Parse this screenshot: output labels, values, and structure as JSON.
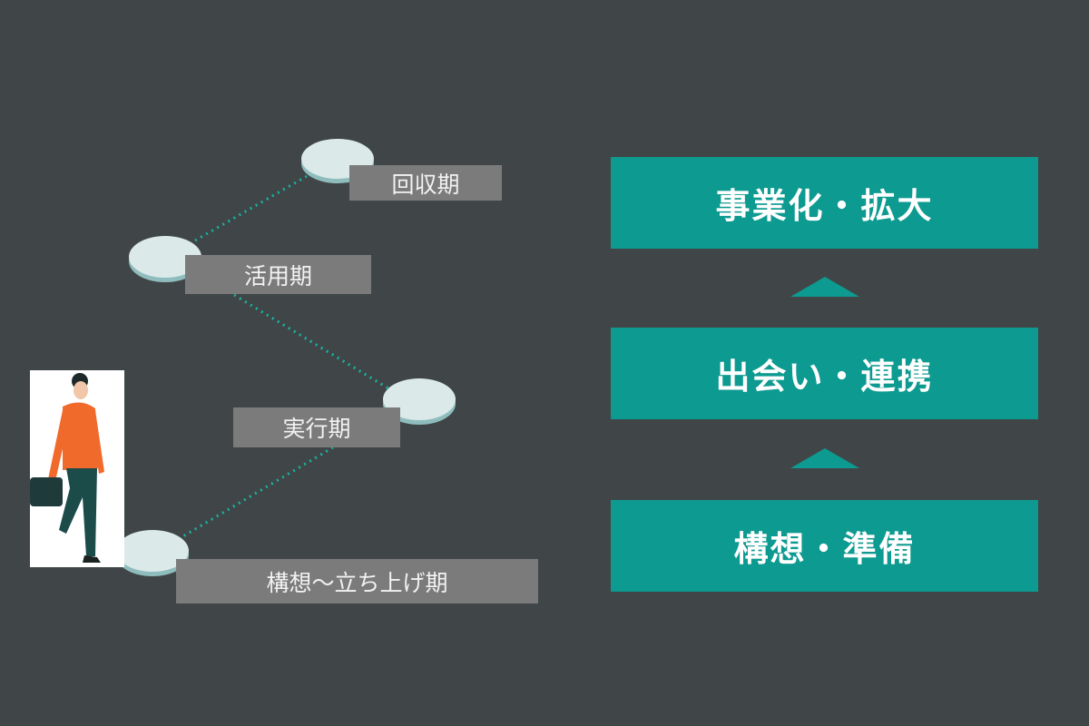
{
  "timeline": {
    "phases": [
      {
        "label": "回収期"
      },
      {
        "label": "活用期"
      },
      {
        "label": "実行期"
      },
      {
        "label": "構想〜立ち上げ期"
      }
    ]
  },
  "stack": {
    "steps": [
      {
        "label": "事業化・拡大"
      },
      {
        "label": "出会い・連携"
      },
      {
        "label": "構想・準備"
      }
    ]
  },
  "colors": {
    "background": "#404647",
    "teal": "#0d9a90",
    "label_gray": "#7b7b7b",
    "disc": "#dbe9e9"
  }
}
